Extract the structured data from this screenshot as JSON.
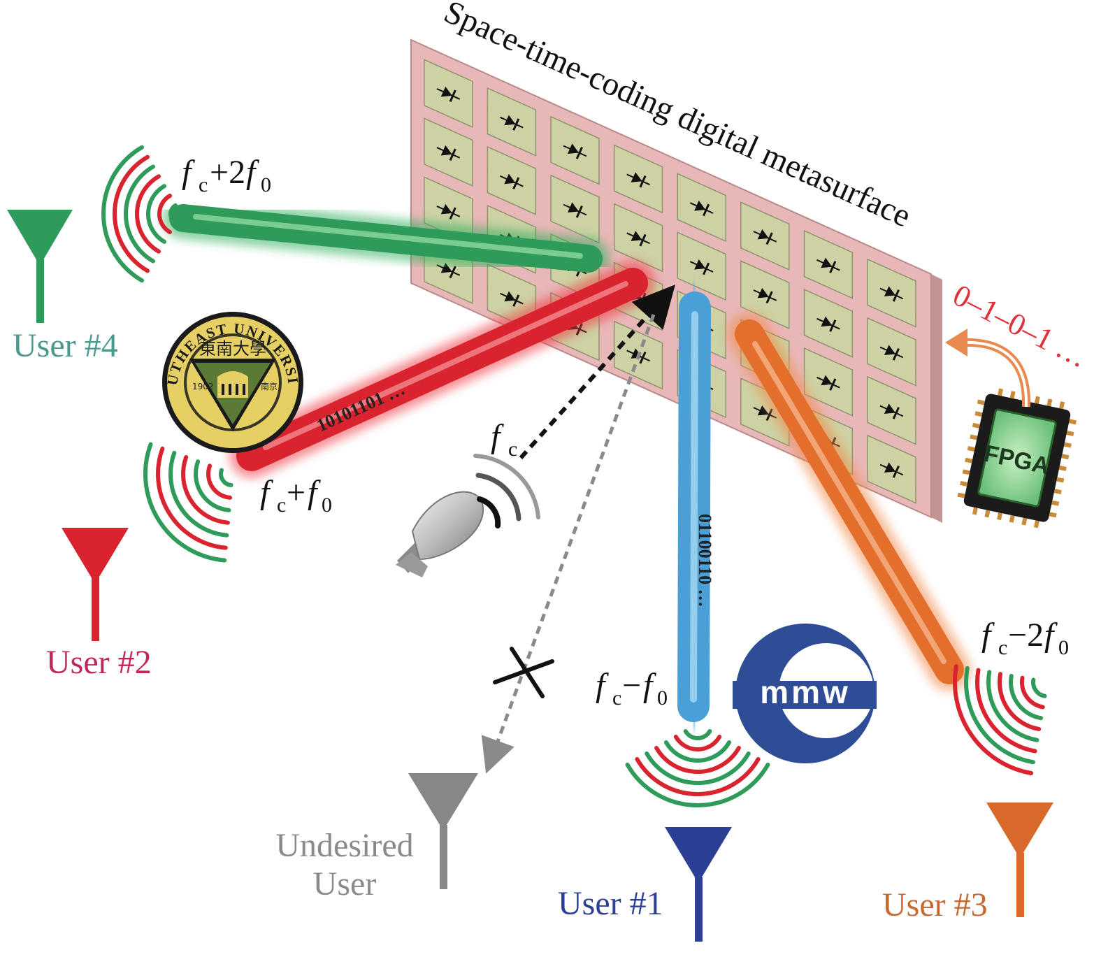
{
  "title": "Space-time-coding digital metasurface",
  "colors": {
    "green": "#2e9b5a",
    "red": "#d9232e",
    "blue": "#2b3f94",
    "orange": "#d9692a",
    "gray": "#8a8a8a",
    "teal_label": "#4a9b8e",
    "user2_label": "#c2255c",
    "user3_label": "#c8682e",
    "blue_beam": "#4aa0d8",
    "panel": "#e8b7b7",
    "cell": "#cdd1a3"
  },
  "coding_sequence": "0–1–0–1 …",
  "fpga_label": "FPGA",
  "incident": {
    "freq_base": "f",
    "freq_sub": "c"
  },
  "beams": {
    "green": {
      "f": "f",
      "sub": "c",
      "op": "+2",
      "f0": "f",
      "sub0": "0"
    },
    "red": {
      "f": "f",
      "sub": "c",
      "op": "+",
      "f0": "f",
      "sub0": "0",
      "bits": "10101101 …"
    },
    "blue": {
      "f": "f",
      "sub": "c",
      "op": "−",
      "f0": "f",
      "sub0": "0",
      "bits": "01100110 …"
    },
    "orange": {
      "f": "f",
      "sub": "c",
      "op": "−2",
      "f0": "f",
      "sub0": "0"
    }
  },
  "users": {
    "user1": "User #1",
    "user2": "User #2",
    "user3": "User #3",
    "user4": "User #4",
    "undesired_line1": "Undesired",
    "undesired_line2": "User"
  },
  "logos": {
    "seu_ring": "SOUTHEAST UNIVERSITY",
    "seu_cn": "東南大學",
    "seu_year": "1902",
    "seu_city": "南京",
    "mmw": "mmw"
  }
}
